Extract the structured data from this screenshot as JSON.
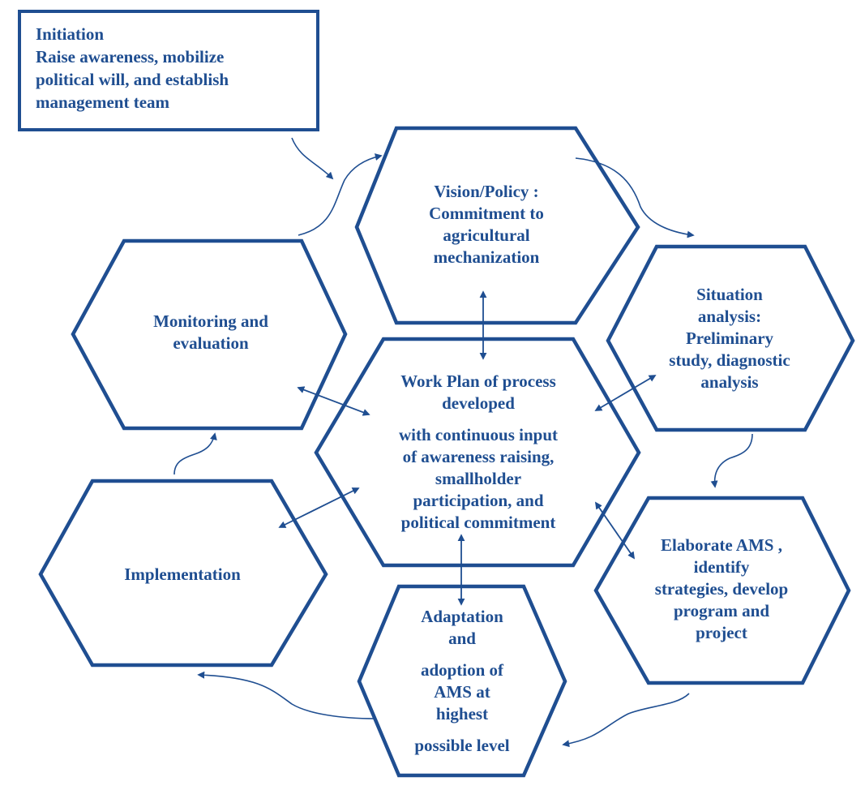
{
  "initiation": {
    "title": "Initiation",
    "line1": "Raise awareness, mobilize",
    "line2": "political will, and establish",
    "line3": "management team"
  },
  "vision": {
    "line1": "Vision/Policy :",
    "line2": "Commitment to",
    "line3": "agricultural",
    "line4": "mechanization"
  },
  "situation": {
    "line1": "Situation",
    "line2": "analysis:",
    "line3": "Preliminary",
    "line4": "study, diagnostic",
    "line5": "analysis"
  },
  "elaborate": {
    "line1": "Elaborate AMS ,",
    "line2": "identify",
    "line3": "strategies, develop",
    "line4": "program and",
    "line5": "project"
  },
  "adaptation": {
    "line1": "Adaptation",
    "line2": "and",
    "line3": "adoption of",
    "line4": "AMS at",
    "line5": "highest",
    "line6": "possible level"
  },
  "implementation": {
    "line1": "Implementation"
  },
  "monitoring": {
    "line1": "Monitoring and",
    "line2": "evaluation"
  },
  "workplan": {
    "line1": "Work Plan of process",
    "line2": "developed",
    "line3": "with continuous input",
    "line4": "of awareness raising,",
    "line5": "smallholder",
    "line6": "participation, and",
    "line7": "political commitment"
  },
  "colors": {
    "stroke": "#1f4e91",
    "text": "#1f4e91",
    "background": "#ffffff"
  }
}
